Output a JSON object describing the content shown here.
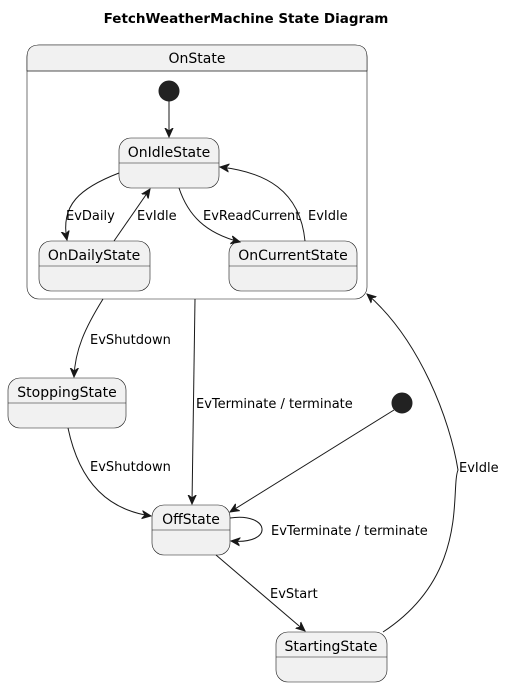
{
  "title": "FetchWeatherMachine State Diagram",
  "states": {
    "on_state": "OnState",
    "on_idle_state": "OnIdleState",
    "on_daily_state": "OnDailyState",
    "on_current_state": "OnCurrentState",
    "stopping_state": "StoppingState",
    "off_state": "OffState",
    "starting_state": "StartingState"
  },
  "transitions": {
    "ev_daily": "EvDaily",
    "ev_idle_daily": "EvIdle",
    "ev_read_current": "EvReadCurrent",
    "ev_idle_current": "EvIdle",
    "ev_shutdown_on": "EvShutdown",
    "ev_terminate_on": "EvTerminate / terminate",
    "ev_shutdown_stopping": "EvShutdown",
    "ev_terminate_self": "EvTerminate / terminate",
    "ev_start": "EvStart",
    "ev_idle_starting": "EvIdle"
  },
  "colors": {
    "state_fill": "#f1f1f1",
    "stroke": "#181818",
    "initial_node": "#222222"
  }
}
